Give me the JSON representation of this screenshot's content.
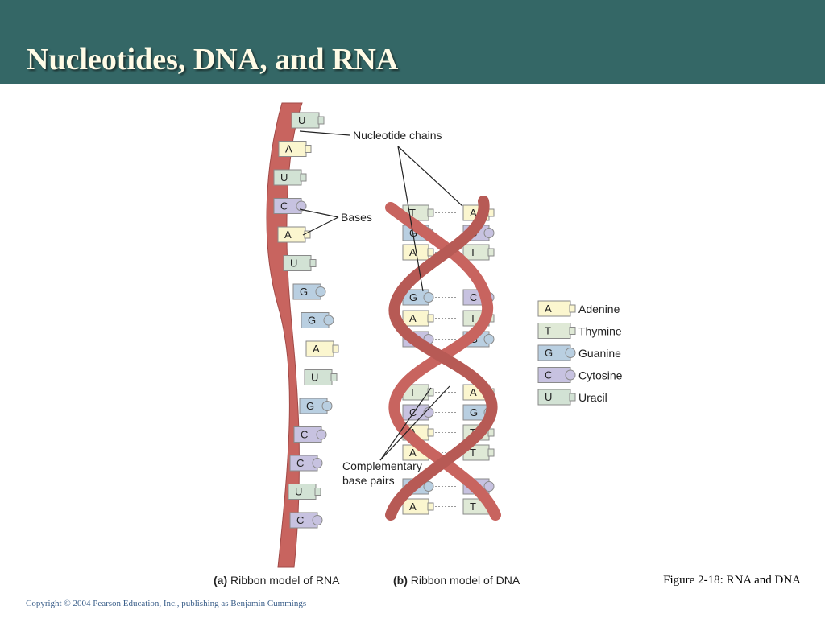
{
  "slide": {
    "title": "Nucleotides, DNA, and RNA",
    "caption": "Figure 2-18: RNA and DNA",
    "copyright": "Copyright © 2004 Pearson Education, Inc., publishing as Benjamin Cummings"
  },
  "diagram": {
    "labels": {
      "nucleotide_chains": "Nucleotide chains",
      "bases": "Bases",
      "complementary_line1": "Complementary",
      "complementary_line2": "base pairs"
    },
    "panels": {
      "rna": {
        "letter": "(a)",
        "text": "Ribbon model of RNA"
      },
      "dna": {
        "letter": "(b)",
        "text": "Ribbon model of DNA"
      }
    },
    "rna_bases": [
      "U",
      "A",
      "U",
      "C",
      "A",
      "U",
      "G",
      "G",
      "A",
      "U",
      "G",
      "C",
      "C",
      "U",
      "C"
    ],
    "dna_pairs": [
      [
        "T",
        "A"
      ],
      [
        "G",
        "C"
      ],
      [
        "A",
        "T"
      ],
      [
        "G",
        "C"
      ],
      [
        "A",
        "T"
      ],
      [
        "C",
        "G"
      ],
      [
        "T",
        "A"
      ],
      [
        "C",
        "G"
      ],
      [
        "A",
        "T"
      ],
      [
        "A",
        "T"
      ],
      [
        "G",
        "C"
      ],
      [
        "A",
        "T"
      ]
    ],
    "legend": [
      {
        "code": "A",
        "name": "Adenine"
      },
      {
        "code": "T",
        "name": "Thymine"
      },
      {
        "code": "G",
        "name": "Guanine"
      },
      {
        "code": "C",
        "name": "Cytosine"
      },
      {
        "code": "U",
        "name": "Uracil"
      }
    ],
    "base_colors": {
      "A": "#fbf6cf",
      "T": "#dfe9d6",
      "G": "#b9cfe1",
      "C": "#c7c2e0",
      "U": "#d2e2d4"
    },
    "ribbon_colors": {
      "fill": "#c8645f",
      "dark": "#a24a47",
      "light": "#e6a8a2"
    }
  }
}
